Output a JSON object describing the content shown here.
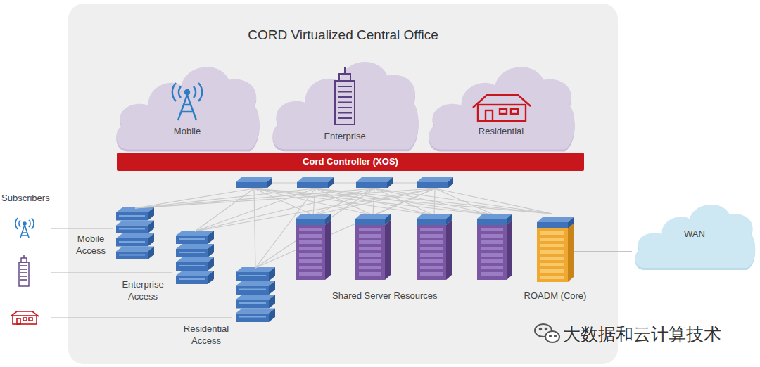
{
  "diagram": {
    "nodes": [
      {
        "text": [
          "CORD Virtualized Central Office"
        ]
      },
      {
        "text": [
          "Mobile"
        ],
        "in": 0
      },
      {
        "text": [
          "Enterprise"
        ],
        "in": 0
      },
      {
        "text": [
          "Residential"
        ],
        "in": 0
      },
      {
        "text": [
          "Cord Controller (XOS)"
        ],
        "in": 0
      },
      {
        "text": [
          "Mobile Access"
        ],
        "in": 0
      },
      {
        "text": [
          "Enterprise Access"
        ],
        "in": 0
      },
      {
        "text": [
          "Residential Access"
        ],
        "in": 0
      },
      {
        "text": [
          "ROADM (Core)"
        ],
        "in": 0
      },
      {
        "text": [
          "WAN"
        ]
      }
    ],
    "edges": [
      {
        "from": 8,
        "to": 9,
        "arrow": "none"
      }
    ],
    "labels": [
      "Subscribers",
      "Shared Server Resources",
      "大数据和云计算技术"
    ]
  }
}
